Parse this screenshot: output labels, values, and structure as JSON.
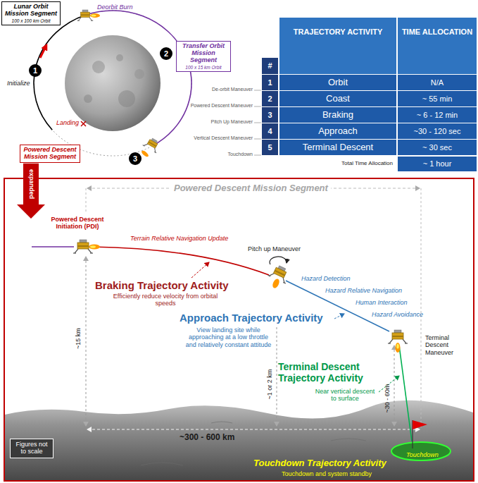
{
  "diagram": {
    "nodes": [
      {
        "text": [
          "Lunar Orbit Mission Segment",
          "100 x 100 km Orbit"
        ]
      },
      {
        "text": [
          "1"
        ]
      },
      {
        "text": [
          "2"
        ]
      },
      {
        "text": [
          "Transfer Orbit Mission Segment",
          "100 x 15 km Orbit"
        ]
      },
      {
        "text": [
          "3"
        ]
      },
      {
        "text": [
          "Powered Descent Mission Segment"
        ]
      },
      {
        "text": [
          "Powered Descent Mission Segment"
        ]
      },
      {
        "text": [
          "Figures not to scale"
        ],
        "in": 6
      }
    ],
    "edges": [
      {
        "from": 5,
        "to": 6,
        "label": "expanded",
        "arrow": "to"
      }
    ],
    "labels": [
      "Deorbit Burn",
      "Initialize",
      "Landing",
      "#",
      "TRAJECTORY ACTIVITY",
      "TIME ALLOCATION",
      "1",
      "Orbit",
      "N/A",
      "2",
      "Coast",
      "~ 55 min",
      "3",
      "Braking",
      "~ 6 - 12 min",
      "4",
      "Approach",
      "~30 - 120 sec",
      "5",
      "Terminal Descent",
      "~ 30 sec",
      "Total Time Allocation",
      "~ 1 hour",
      "De-orbit Maneuver",
      "Powered Descent Maneuver",
      "Pitch Up Maneuver",
      "Vertical Descent Maneuver",
      "Touchdown",
      "Powered Descent Initiation (PDI)",
      "Terrain Relative Navigation Update",
      "Pitch up Maneuver",
      "Braking Trajectory Activity",
      "Efficiently reduce velocity from orbital speeds",
      "Hazard Detection",
      "Hazard Relative Navigation",
      "Approach Trajectory Activity",
      "View landing site while approaching at a low throttle and relatively constant attitude",
      "Human Interaction",
      "Hazard Avoidance",
      "Terminal Descent Maneuver",
      "~15 km",
      "~1 or 2 km",
      "Terminal Descent Trajectory Activity",
      "Near vertical descent to surface",
      "~30 - 60m",
      "~300 - 600 km",
      "Touchdown Trajectory Activity",
      "Touchdown and system standby",
      "Touchdown"
    ]
  }
}
